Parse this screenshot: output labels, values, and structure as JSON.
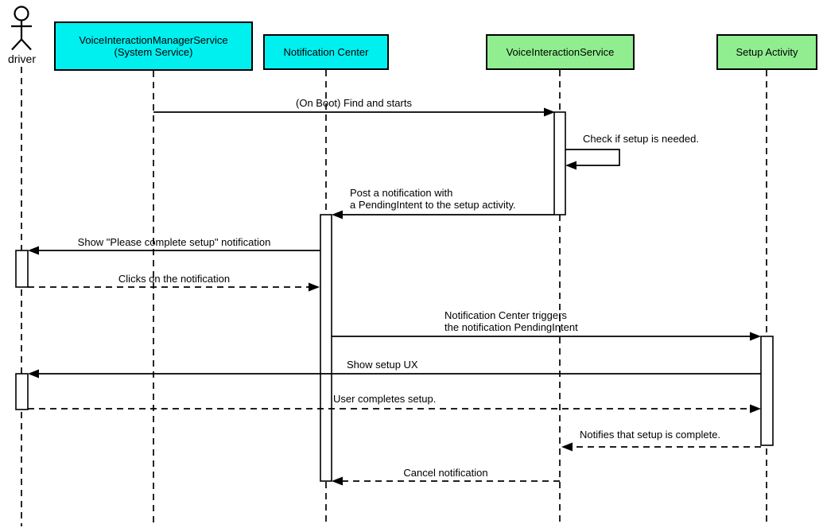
{
  "diagram_type": "uml-sequence-diagram",
  "participants": {
    "driver": {
      "label": "driver",
      "kind": "actor"
    },
    "vims": {
      "label": "VoiceInteractionManagerService\n(System Service)",
      "kind": "box",
      "color": "#00EFEF"
    },
    "nc": {
      "label": "Notification Center",
      "kind": "box",
      "color": "#00EFEF"
    },
    "vis": {
      "label": "VoiceInteractionService",
      "kind": "box",
      "color": "#90EE90"
    },
    "setup": {
      "label": "Setup Activity",
      "kind": "box",
      "color": "#90EE90"
    }
  },
  "messages": {
    "on_boot": {
      "label": "(On Boot) Find and starts",
      "from": "vims",
      "to": "vis",
      "style": "solid"
    },
    "check_setup": {
      "label": "Check if setup is needed.",
      "from": "vis",
      "to": "vis",
      "style": "solid-self"
    },
    "post_notification": {
      "label": "Post a notification with\na PendingIntent to the setup activity.",
      "from": "vis",
      "to": "nc",
      "style": "solid"
    },
    "show_notification": {
      "label": "Show \"Please complete setup\" notification",
      "from": "nc",
      "to": "driver",
      "style": "solid"
    },
    "clicks_notification": {
      "label": "Clicks on the notification",
      "from": "driver",
      "to": "nc",
      "style": "dashed"
    },
    "trigger_pendingintent": {
      "label": "Notification Center triggers\nthe notification PendingIntent",
      "from": "nc",
      "to": "setup",
      "style": "solid"
    },
    "show_setup_ux": {
      "label": "Show setup UX",
      "from": "setup",
      "to": "driver",
      "style": "solid"
    },
    "user_completes_setup": {
      "label": "User completes setup.",
      "from": "driver",
      "to": "setup",
      "style": "dashed"
    },
    "notifies_complete": {
      "label": "Notifies that setup is complete.",
      "from": "setup",
      "to": "vis",
      "style": "dashed"
    },
    "cancel_notification": {
      "label": "Cancel notification",
      "from": "vis",
      "to": "nc",
      "style": "dashed"
    }
  },
  "colors": {
    "background": "#FFFFFF",
    "line": "#000000",
    "participant_cyan": "#00EFEF",
    "participant_green": "#90EE90"
  }
}
